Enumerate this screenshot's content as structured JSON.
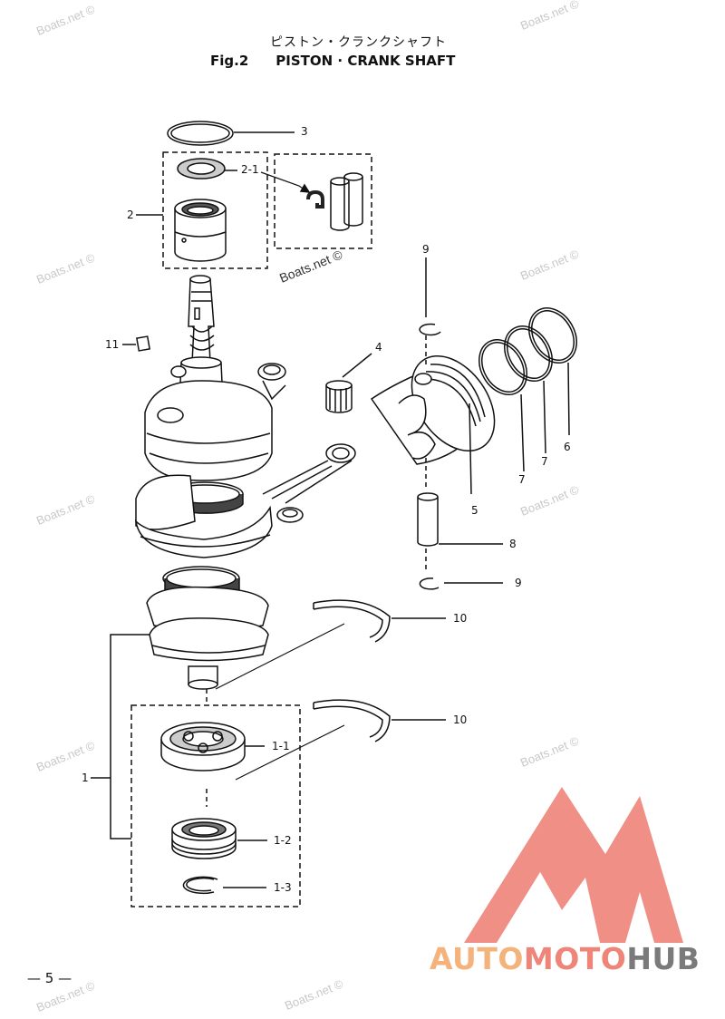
{
  "title": {
    "japanese": "ピストン・クランクシャフト",
    "fig": "Fig.2",
    "english": "PISTON · CRANK SHAFT"
  },
  "callouts": {
    "c3": "3",
    "c2_1": "2-1",
    "c2": "2",
    "c9_top": "9",
    "c11": "11",
    "c4": "4",
    "c7_a": "7",
    "c7_b": "7",
    "c6": "6",
    "c5": "5",
    "c8": "8",
    "c9_bottom": "9",
    "c10_top": "10",
    "c10_bottom": "10",
    "c1": "1",
    "c1_1": "1-1",
    "c1_2": "1-2",
    "c1_3": "1-3"
  },
  "page_number": "— 5 —",
  "watermark": "Boats.net ©",
  "brand": {
    "part1": "AUTO",
    "part2": "MOTO",
    "part3": "HUB",
    "logo_color": "#f08a80"
  }
}
